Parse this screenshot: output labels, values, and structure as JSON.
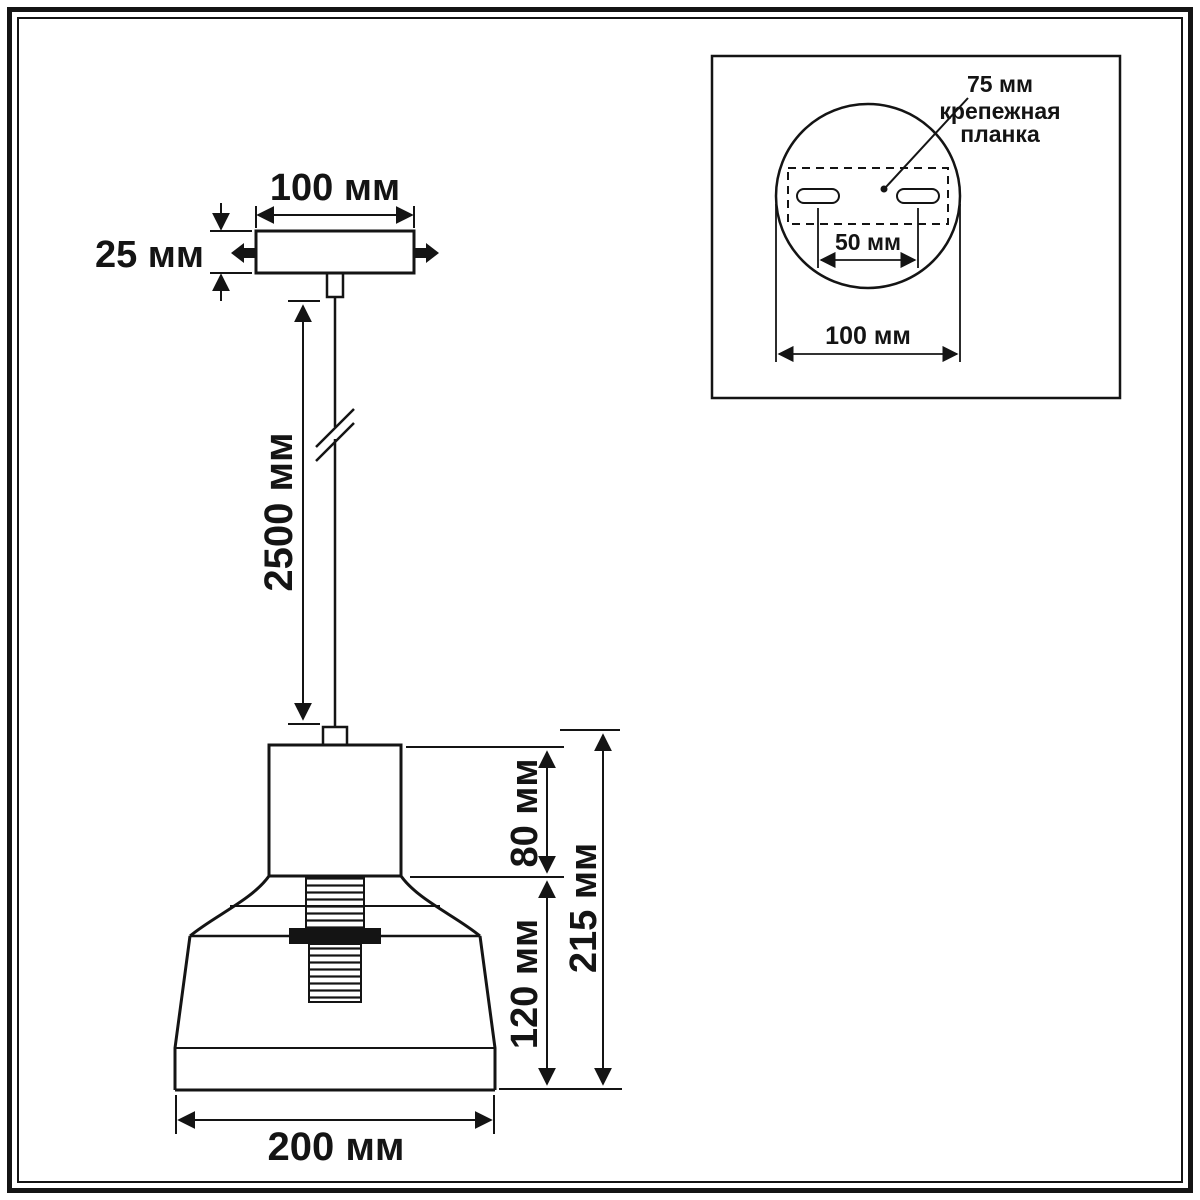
{
  "diagram": {
    "main_view": {
      "canopy_width": "100 мм",
      "canopy_height": "25 мм",
      "cable_length": "2500 мм",
      "body_height": "80 мм",
      "shade_height": "120 мм",
      "total_height": "215 мм",
      "shade_width": "200 мм"
    },
    "mount_view": {
      "plate_length": "75 мм",
      "plate_label_line1": "крепежная",
      "plate_label_line2": "планка",
      "hole_spacing": "50 мм",
      "base_diameter": "100 мм"
    }
  }
}
